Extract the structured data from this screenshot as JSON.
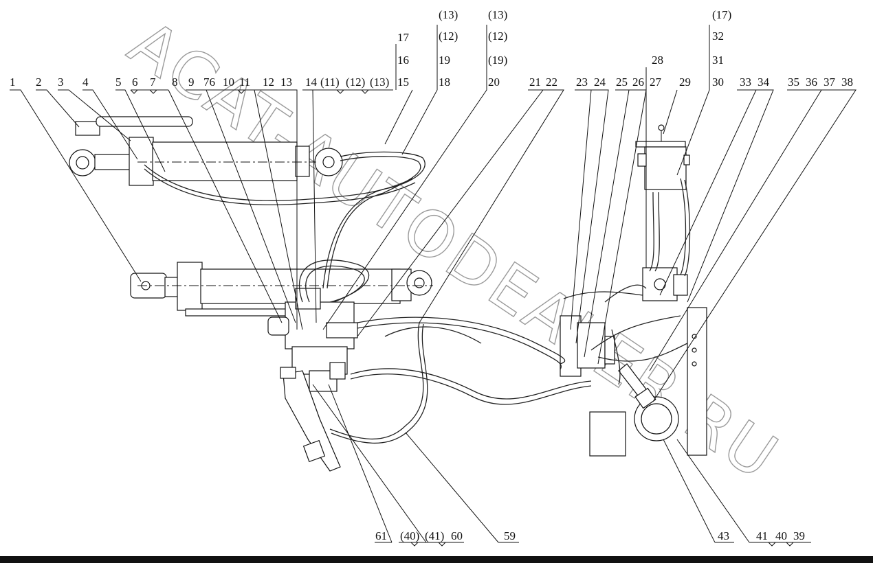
{
  "watermark": "ACAT-AUTODEALER.RU",
  "colors": {
    "line": "#111111",
    "watermark": "#9a9a9a",
    "background": "#ffffff"
  },
  "labels": {
    "l1": "1",
    "l2": "2",
    "l3": "3",
    "l4": "4",
    "l5": "5",
    "l6": "6",
    "l7": "7",
    "l8": "8",
    "l9": "9",
    "l76": "76",
    "l10": "10",
    "l11": "11",
    "l12": "12",
    "l13": "13",
    "l14": "14",
    "p11": "(11)",
    "p12": "(12)",
    "p13": "(13)",
    "l15": "15",
    "l16": "16",
    "l17": "17",
    "c2_p13": "(13)",
    "c2_p12": "(12)",
    "l19": "19",
    "l18": "18",
    "c3_p13": "(13)",
    "c3_p12": "(12)",
    "c3_p19": "(19)",
    "l20": "20",
    "l21": "21",
    "l22": "22",
    "l23": "23",
    "l24": "24",
    "l25": "25",
    "l26": "26",
    "l27": "27",
    "l28": "28",
    "l29": "29",
    "c4_p17": "(17)",
    "l32": "32",
    "l31": "31",
    "l30": "30",
    "l33": "33",
    "l34": "34",
    "l35": "35",
    "l36": "36",
    "l37": "37",
    "l38": "38",
    "l61": "61",
    "b_p40": "(40)",
    "b_p41": "(41)",
    "l60": "60",
    "l59": "59",
    "l43": "43",
    "l41": "41",
    "l40": "40",
    "l39": "39"
  }
}
